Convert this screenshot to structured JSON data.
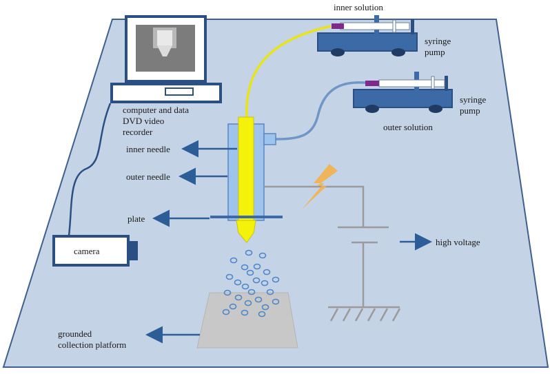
{
  "labels": {
    "inner_solution": "inner solution",
    "syringe_pump_top_1": "syringe",
    "syringe_pump_top_2": "pump",
    "syringe_pump_mid_1": "syringe",
    "syringe_pump_mid_2": "pump",
    "outer_solution": "outer solution",
    "computer_1": "computer and data",
    "computer_2": "DVD video",
    "computer_3": "recorder",
    "inner_needle": "inner needle",
    "outer_needle": "outer needle",
    "plate": "plate",
    "camera": "camera",
    "high_voltage": "high voltage",
    "platform_1": "grounded",
    "platform_2": "collection platform"
  },
  "colors": {
    "floor": "#c5d3e6",
    "floor_edge": "#3f5f8e",
    "device_blue": "#3b6aa6",
    "device_edge": "#2b4f82",
    "inner_needle": "#f4f20a",
    "outer_needle": "#9ec3ec",
    "inner_tube": "#e8e41a",
    "outer_tube": "#6f96c6",
    "wire": "#9a9a9a",
    "spark": "#f4b04a",
    "syringe_plunger": "#7d2a8c",
    "droplet": "#4c86c8",
    "arrow": "#2d5d96"
  },
  "icons": [
    "computer-monitor-icon",
    "syringe-pump-icon",
    "camera-icon",
    "lightning-spark-icon",
    "ground-symbol-icon"
  ]
}
